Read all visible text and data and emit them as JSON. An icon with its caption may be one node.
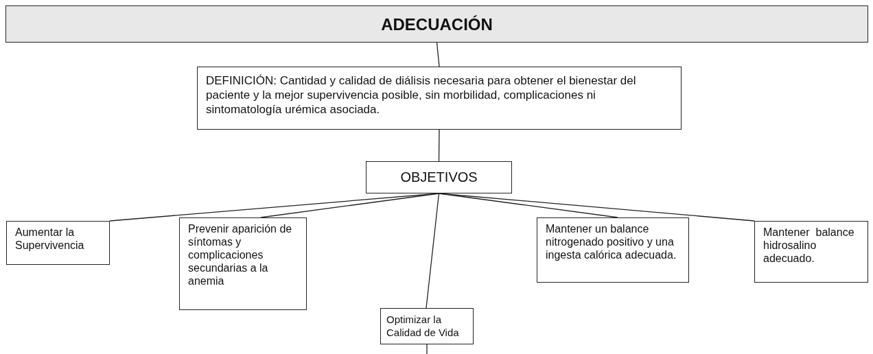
{
  "diagram": {
    "nodes": [
      {
        "text": [
          "ADECUACIÓN"
        ]
      },
      {
        "text": [
          "DEFINICIÓN: Cantidad y calidad de diálisis necesaria para obtener el bienestar del paciente y la mejor supervivencia posible, sin morbilidad, complicaciones ni sintomatología urémica asociada."
        ]
      },
      {
        "text": [
          "OBJETIVOS"
        ]
      },
      {
        "text": [
          "Aumentar la Supervivencia"
        ]
      },
      {
        "text": [
          "Prevenir aparición de síntomas y complicaciones secundarias a la anemia"
        ]
      },
      {
        "text": [
          "Optimizar la Calidad de Vida"
        ]
      },
      {
        "text": [
          "Mantener un balance nitrogenado positivo y una ingesta calórica adecuada."
        ]
      },
      {
        "text": [
          "Mantener  balance hidrosalino adecuado."
        ]
      }
    ],
    "edges": [
      {
        "from": 0,
        "to": 1,
        "arrow": "none"
      },
      {
        "from": 1,
        "to": 2,
        "arrow": "none"
      },
      {
        "from": 2,
        "to": 3,
        "arrow": "none"
      },
      {
        "from": 2,
        "to": 4,
        "arrow": "none"
      },
      {
        "from": 2,
        "to": 5,
        "arrow": "none"
      },
      {
        "from": 2,
        "to": 6,
        "arrow": "none"
      },
      {
        "from": 2,
        "to": 7,
        "arrow": "none"
      },
      {
        "from": 5,
        "to": null,
        "arrow": "none"
      }
    ]
  }
}
